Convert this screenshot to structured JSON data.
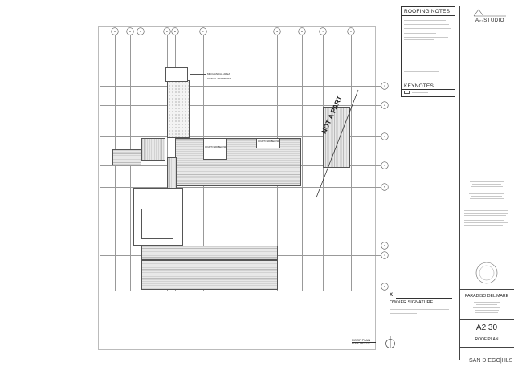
{
  "grid": {
    "columns": [
      "A",
      "B",
      "C",
      "D",
      "E",
      "F",
      "G",
      "H",
      "J",
      "K"
    ],
    "rows": [
      "1",
      "2",
      "3",
      "4",
      "5",
      "6",
      "7",
      "8"
    ]
  },
  "plan": {
    "not_a_part": "NOT A PART",
    "courtyard_left": "COURTYARD BELOW",
    "courtyard_right": "COURTYARD BELOW",
    "callout_1": "MECHANICAL AREA",
    "callout_2": "GRAVEL PERIMETER",
    "title": "ROOF PLAN",
    "scale": "SCALE: 1/8\" = 1'-0\""
  },
  "notes": {
    "roofing_title": "ROOFING NOTES",
    "keynotes_title": "KEYNOTES"
  },
  "brand": {
    "logo_text": "A₂₃STUDIO"
  },
  "title_block": {
    "project_name": "PARADISO DEL MARE",
    "sheet_number": "A2.30",
    "sheet_title": "ROOF PLAN",
    "owner_mark": "X",
    "owner_signature": "OWNER SIGNATURE"
  },
  "watermark": {
    "text": "SAN DIEGO|HLS"
  }
}
